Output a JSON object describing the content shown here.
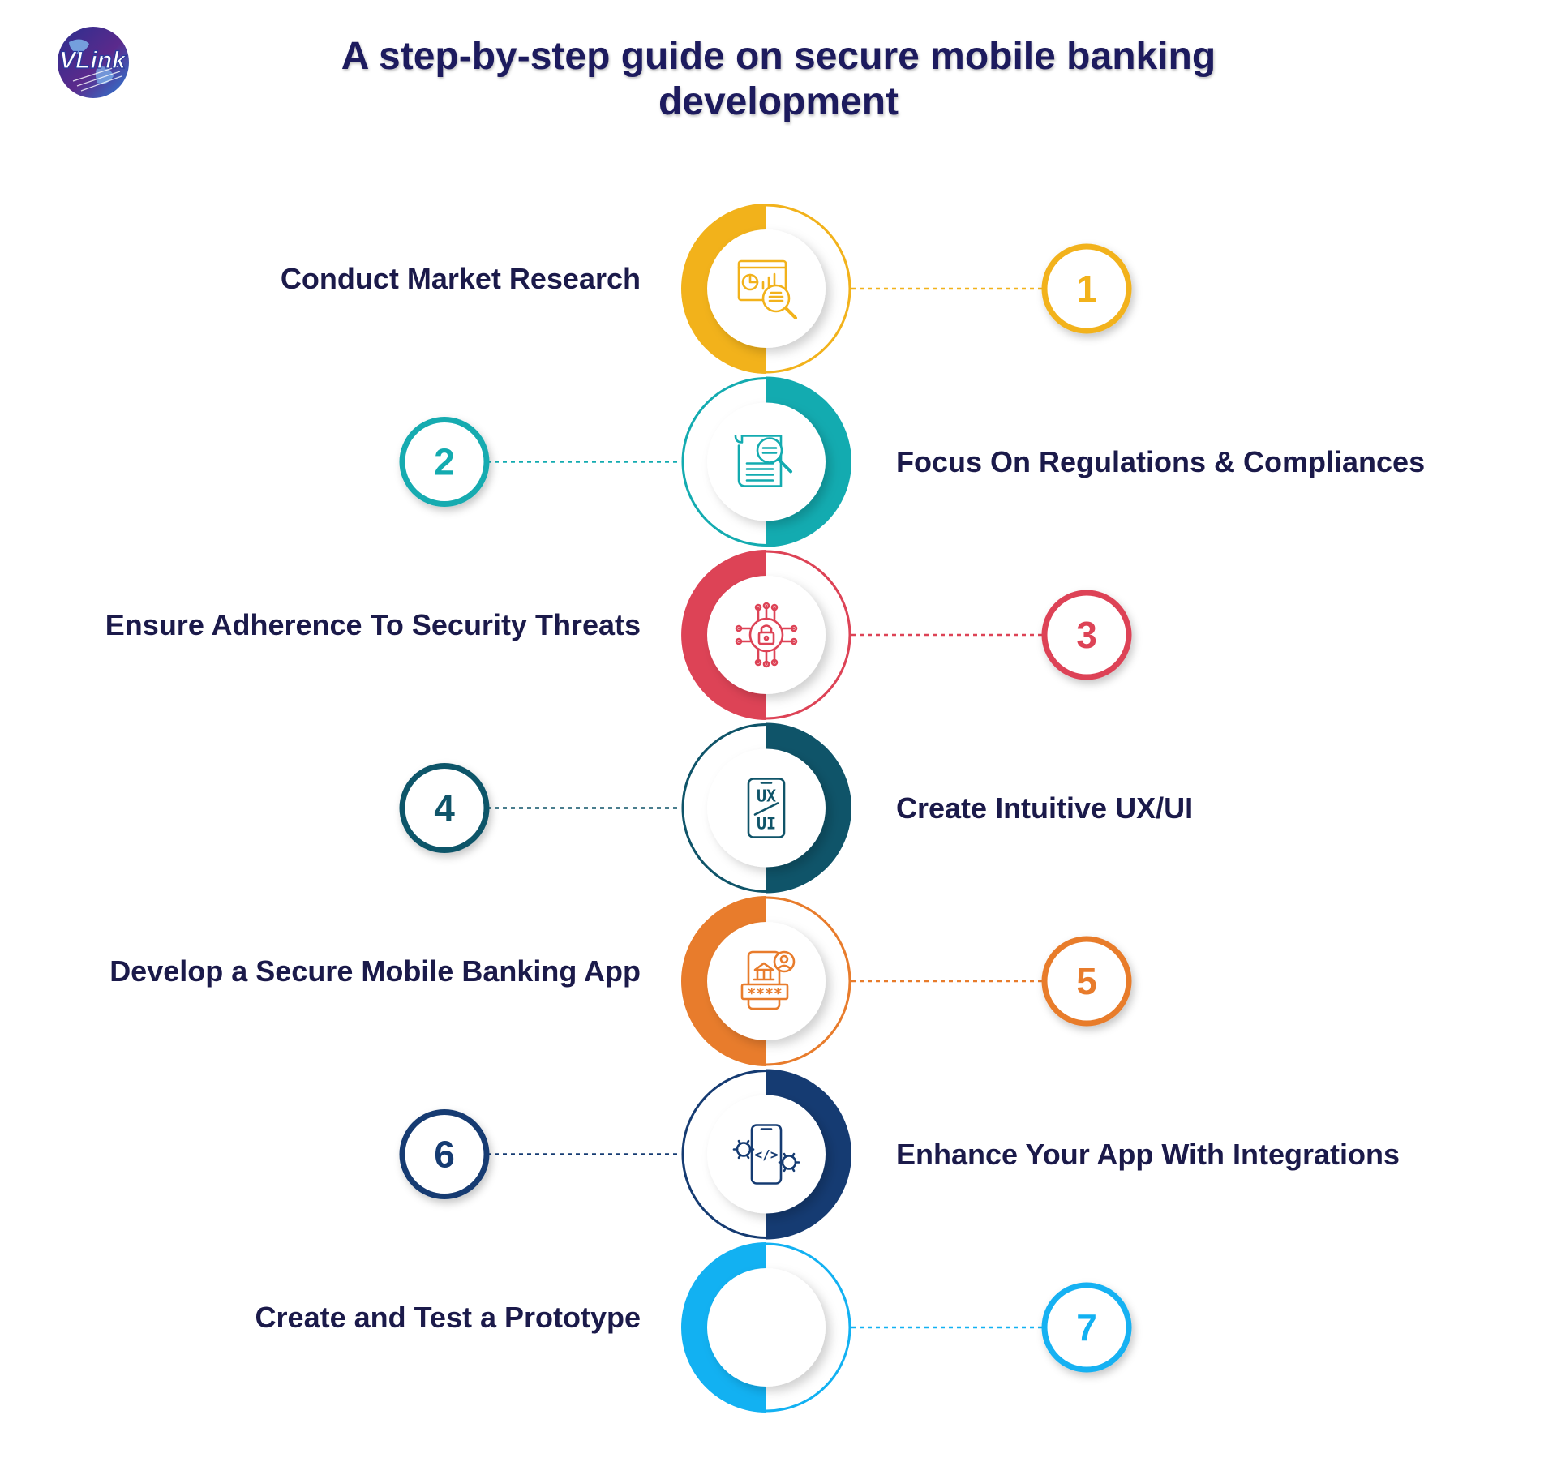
{
  "brand": {
    "logo_text": "VLink"
  },
  "title": {
    "line1": "A step-by-step guide on secure mobile banking",
    "line2": "development"
  },
  "steps": [
    {
      "number": "1",
      "label": "Conduct Market Research",
      "color": "#F2B21B",
      "icon": "market-research-icon",
      "side": "left"
    },
    {
      "number": "2",
      "label": "Focus On Regulations & Compliances",
      "color": "#13ABB0",
      "icon": "regulations-document-icon",
      "side": "right"
    },
    {
      "number": "3",
      "label": "Ensure Adherence To Security Threats",
      "color": "#DD4356",
      "icon": "security-lock-circuit-icon",
      "side": "left"
    },
    {
      "number": "4",
      "label": "Create Intuitive UX/UI",
      "color": "#0F5469",
      "icon": "ux-ui-phone-icon",
      "side": "right"
    },
    {
      "number": "5",
      "label": "Develop a Secure Mobile Banking App",
      "color": "#E87C2C",
      "icon": "banking-app-icon",
      "side": "left"
    },
    {
      "number": "6",
      "label": "Enhance Your App With Integrations",
      "color": "#153B72",
      "icon": "integrations-phone-icon",
      "side": "right"
    },
    {
      "number": "7",
      "label": "Create and Test a Prototype",
      "color": "#12B1F2",
      "icon": "",
      "side": "left"
    }
  ],
  "icon_texts": {
    "ux": "UX",
    "ui": "UI",
    "pin": "****",
    "code": "</>"
  }
}
